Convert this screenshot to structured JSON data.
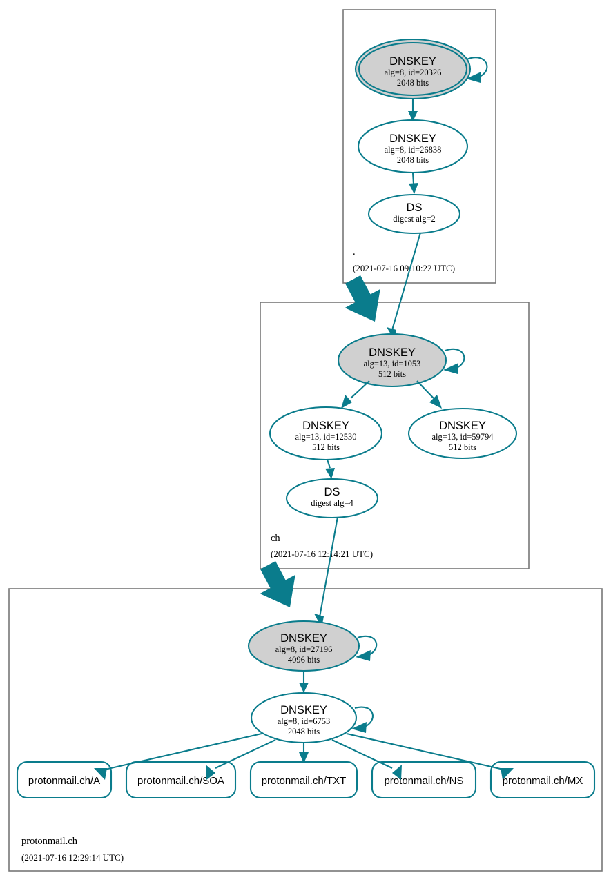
{
  "diagram": {
    "kind": "dnssec-authentication-chain",
    "colors": {
      "accent": "#0a7c8c",
      "secure_node_fill": "#d0d0d0",
      "plain_node_fill": "#ffffff",
      "zone_border": "#777777",
      "background": "#ffffff"
    }
  },
  "zones": [
    {
      "id": "root",
      "name": ".",
      "timestamp": "(2021-07-16 09:10:22 UTC)",
      "nodes": [
        {
          "id": "root-ksk",
          "type": "DNSKEY",
          "title": "DNSKEY",
          "line2": "alg=8, id=20326",
          "line3": "2048 bits",
          "alg": "8",
          "key_id": "20326",
          "bits": "2048",
          "trust_anchor": true,
          "shaded": true
        },
        {
          "id": "root-zsk",
          "type": "DNSKEY",
          "title": "DNSKEY",
          "line2": "alg=8, id=26838",
          "line3": "2048 bits",
          "alg": "8",
          "key_id": "26838",
          "bits": "2048",
          "trust_anchor": false,
          "shaded": false
        },
        {
          "id": "root-ds",
          "type": "DS",
          "title": "DS",
          "line2": "digest alg=2",
          "line3": "",
          "digest_alg": "2",
          "trust_anchor": false,
          "shaded": false
        }
      ]
    },
    {
      "id": "ch",
      "name": "ch",
      "timestamp": "(2021-07-16 12:14:21 UTC)",
      "nodes": [
        {
          "id": "ch-ksk",
          "type": "DNSKEY",
          "title": "DNSKEY",
          "line2": "alg=13, id=1053",
          "line3": "512 bits",
          "alg": "13",
          "key_id": "1053",
          "bits": "512",
          "trust_anchor": false,
          "shaded": true
        },
        {
          "id": "ch-zsk-1",
          "type": "DNSKEY",
          "title": "DNSKEY",
          "line2": "alg=13, id=12530",
          "line3": "512 bits",
          "alg": "13",
          "key_id": "12530",
          "bits": "512",
          "trust_anchor": false,
          "shaded": false
        },
        {
          "id": "ch-zsk-2",
          "type": "DNSKEY",
          "title": "DNSKEY",
          "line2": "alg=13, id=59794",
          "line3": "512 bits",
          "alg": "13",
          "key_id": "59794",
          "bits": "512",
          "trust_anchor": false,
          "shaded": false
        },
        {
          "id": "ch-ds",
          "type": "DS",
          "title": "DS",
          "line2": "digest alg=4",
          "line3": "",
          "digest_alg": "4",
          "trust_anchor": false,
          "shaded": false
        }
      ]
    },
    {
      "id": "protonmail",
      "name": "protonmail.ch",
      "timestamp": "(2021-07-16 12:29:14 UTC)",
      "nodes": [
        {
          "id": "pm-ksk",
          "type": "DNSKEY",
          "title": "DNSKEY",
          "line2": "alg=8, id=27196",
          "line3": "4096 bits",
          "alg": "8",
          "key_id": "27196",
          "bits": "4096",
          "trust_anchor": false,
          "shaded": true
        },
        {
          "id": "pm-zsk",
          "type": "DNSKEY",
          "title": "DNSKEY",
          "line2": "alg=8, id=6753",
          "line3": "2048 bits",
          "alg": "8",
          "key_id": "6753",
          "bits": "2048",
          "trust_anchor": false,
          "shaded": false
        }
      ],
      "rrsets": [
        {
          "id": "rrset-a",
          "label": "protonmail.ch/A"
        },
        {
          "id": "rrset-soa",
          "label": "protonmail.ch/SOA"
        },
        {
          "id": "rrset-txt",
          "label": "protonmail.ch/TXT"
        },
        {
          "id": "rrset-ns",
          "label": "protonmail.ch/NS"
        },
        {
          "id": "rrset-mx",
          "label": "protonmail.ch/MX"
        }
      ]
    }
  ],
  "edges": [
    {
      "from": "root-ksk",
      "to": "root-ksk",
      "kind": "self-sign"
    },
    {
      "from": "root-ksk",
      "to": "root-zsk",
      "kind": "signs"
    },
    {
      "from": "root-zsk",
      "to": "root-ds",
      "kind": "signs"
    },
    {
      "from": "root-ds",
      "to": "ch-ksk",
      "kind": "delegation"
    },
    {
      "from": "ch-ksk",
      "to": "ch-ksk",
      "kind": "self-sign"
    },
    {
      "from": "ch-ksk",
      "to": "ch-zsk-1",
      "kind": "signs"
    },
    {
      "from": "ch-ksk",
      "to": "ch-zsk-2",
      "kind": "signs"
    },
    {
      "from": "ch-zsk-1",
      "to": "ch-ds",
      "kind": "signs"
    },
    {
      "from": "ch-ds",
      "to": "pm-ksk",
      "kind": "delegation"
    },
    {
      "from": "pm-ksk",
      "to": "pm-ksk",
      "kind": "self-sign"
    },
    {
      "from": "pm-ksk",
      "to": "pm-zsk",
      "kind": "signs"
    },
    {
      "from": "pm-zsk",
      "to": "pm-zsk",
      "kind": "self-sign"
    },
    {
      "from": "pm-zsk",
      "to": "rrset-a",
      "kind": "signs"
    },
    {
      "from": "pm-zsk",
      "to": "rrset-soa",
      "kind": "signs"
    },
    {
      "from": "pm-zsk",
      "to": "rrset-txt",
      "kind": "signs"
    },
    {
      "from": "pm-zsk",
      "to": "rrset-ns",
      "kind": "signs"
    },
    {
      "from": "pm-zsk",
      "to": "rrset-mx",
      "kind": "signs"
    }
  ]
}
